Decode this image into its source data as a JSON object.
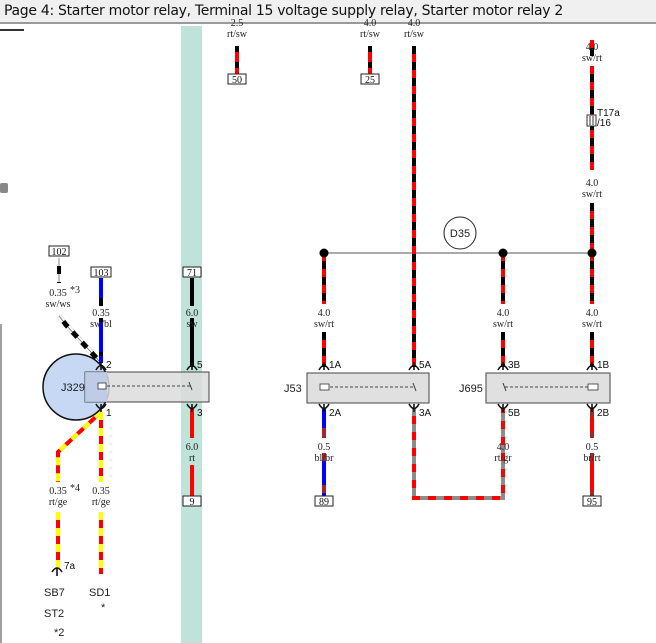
{
  "window": {
    "title": "Page 4: Starter motor relay, Terminal 15 voltage supply relay, Starter motor relay 2"
  },
  "colors": {
    "sw": "#000000",
    "rt": "#ff0000",
    "ws": "#ffffff",
    "bl": "#0000ff",
    "ge": "#ffff00",
    "br": "#a0282a",
    "gr": "#8c8c8c",
    "highlight": "#bfe3d8",
    "relay_fill": "#e0e0e0",
    "j329_fill": "#c6d8f4"
  },
  "terminals": [
    {
      "id": "term-50",
      "label": "50"
    },
    {
      "id": "term-25",
      "label": "25"
    },
    {
      "id": "term-102",
      "label": "102"
    },
    {
      "id": "term-103",
      "label": "103"
    },
    {
      "id": "term-71",
      "label": "71"
    },
    {
      "id": "term-9",
      "label": "9"
    },
    {
      "id": "term-89",
      "label": "89"
    },
    {
      "id": "term-95",
      "label": "95"
    }
  ],
  "wire_labels": [
    {
      "size": "2.5",
      "color": "rt/sw"
    },
    {
      "size": "4.0",
      "color": "rt/sw"
    },
    {
      "size": "4.0",
      "color": "rt/sw"
    },
    {
      "size": "4.0",
      "color": "sw/rt"
    },
    {
      "size": "4.0",
      "color": "sw/rt"
    },
    {
      "size": "0.35",
      "color": "sw/ws",
      "note": "*3"
    },
    {
      "size": "0.35",
      "color": "sw/bl"
    },
    {
      "size": "6.0",
      "color": "sw"
    },
    {
      "size": "4.0",
      "color": "sw/rt"
    },
    {
      "size": "4.0",
      "color": "sw/rt"
    },
    {
      "size": "4.0",
      "color": "sw/rt"
    },
    {
      "size": "6.0",
      "color": "rt"
    },
    {
      "size": "0.5",
      "color": "bl/br"
    },
    {
      "size": "4.0",
      "color": "rt/gr"
    },
    {
      "size": "0.5",
      "color": "br/rt"
    },
    {
      "size": "0.35",
      "color": "rt/ge",
      "note": "*4"
    },
    {
      "size": "0.35",
      "color": "rt/ge"
    }
  ],
  "components": {
    "j329": {
      "label": "J329",
      "pins": [
        "2",
        "5",
        "1",
        "3"
      ]
    },
    "j53": {
      "label": "J53",
      "pins": [
        "1A",
        "5A",
        "2A",
        "3A"
      ]
    },
    "j695": {
      "label": "J695",
      "pins": [
        "3B",
        "1B",
        "5B",
        "2B"
      ]
    },
    "d35": {
      "label": "D35"
    },
    "t17a": {
      "label": "T17a",
      "pin": "/16"
    },
    "sb7": {
      "label": "SB7",
      "pin": "7a"
    },
    "st2": {
      "label": "ST2",
      "note": "*2"
    },
    "sd1": {
      "label": "SD1",
      "note": "*"
    }
  }
}
